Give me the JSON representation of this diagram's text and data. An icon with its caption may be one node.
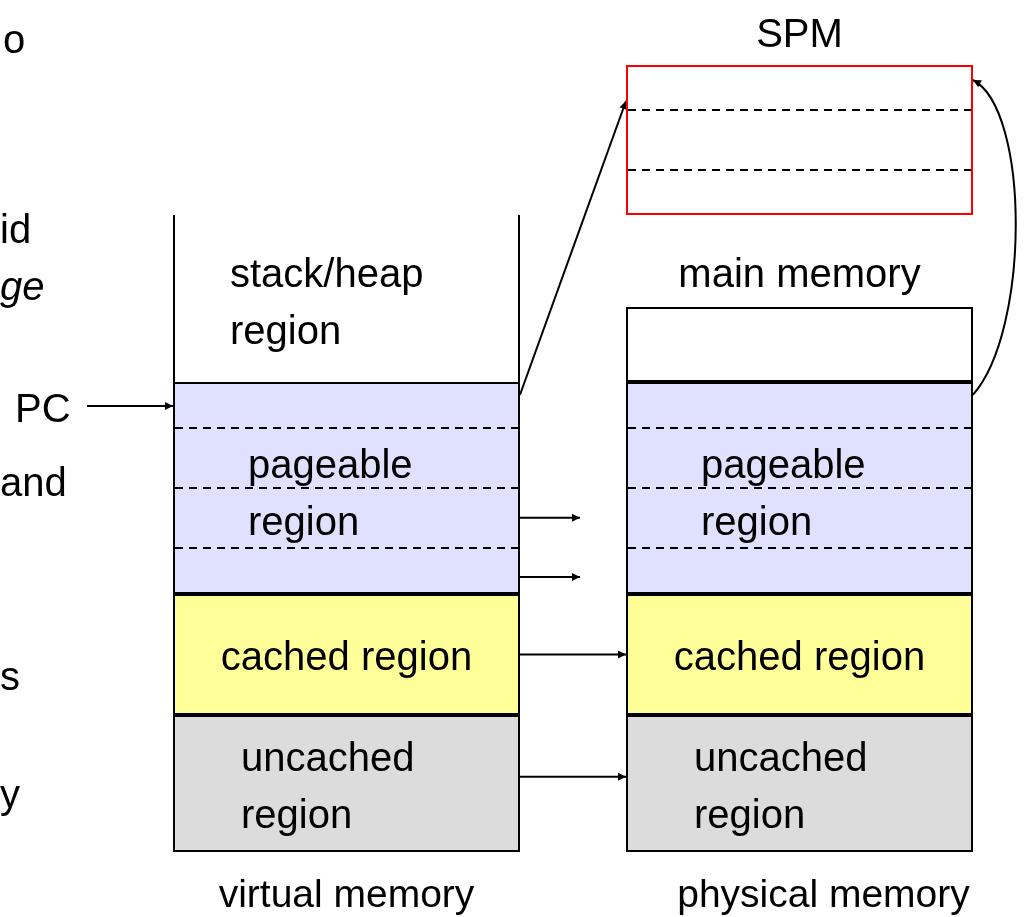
{
  "diagram": {
    "nodes": [
      {
        "text": [
          "SPM"
        ]
      },
      {
        "text": [
          "virtual memory"
        ]
      },
      {
        "text": [
          "stack/heap region"
        ],
        "in": 1
      },
      {
        "text": [
          "pageable region"
        ],
        "in": 1
      },
      {
        "text": [
          "cached region"
        ],
        "in": 1
      },
      {
        "text": [
          "uncached region"
        ],
        "in": 1
      },
      {
        "text": [
          "physical memory"
        ]
      },
      {
        "text": [
          "main memory"
        ],
        "in": 6
      },
      {
        "text": [
          "pageable region"
        ],
        "in": 6
      },
      {
        "text": [
          "cached region"
        ],
        "in": 6
      },
      {
        "text": [
          "uncached region"
        ],
        "in": 6
      },
      {
        "text": [
          "PC"
        ]
      }
    ],
    "edges": [
      {
        "from": 11,
        "to": 3,
        "arrow": "to"
      },
      {
        "from": 3,
        "to": 0,
        "arrow": "to"
      },
      {
        "from": 8,
        "to": 0,
        "arrow": "to"
      },
      {
        "from": 3,
        "to": null,
        "arrow": "to"
      },
      {
        "from": 3,
        "to": null,
        "arrow": "to"
      },
      {
        "from": 4,
        "to": 9,
        "arrow": "to"
      },
      {
        "from": 5,
        "to": 10,
        "arrow": "to"
      }
    ],
    "labels": [
      "o",
      "id",
      "ge",
      "and",
      "s",
      "y"
    ]
  }
}
